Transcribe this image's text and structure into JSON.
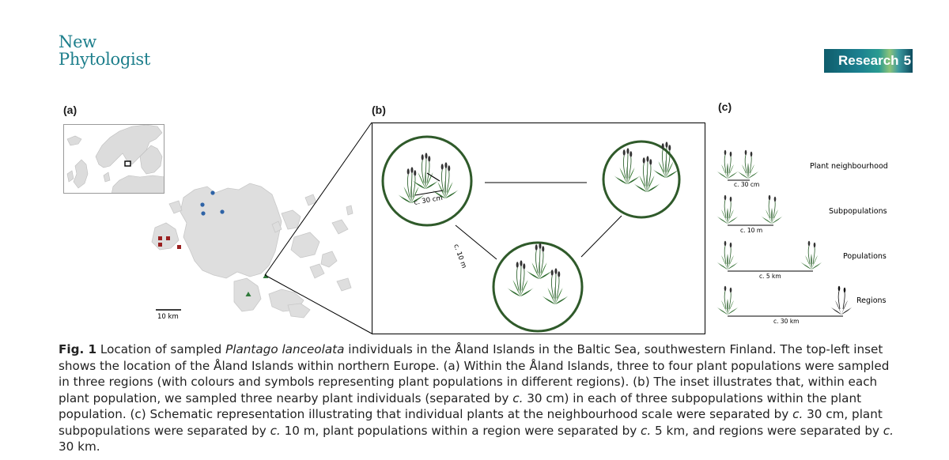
{
  "journal": {
    "line1": "New",
    "line2": "Phytologist"
  },
  "section": {
    "label": "Research",
    "page": "5"
  },
  "panels": {
    "a": "(a)",
    "b": "(b)",
    "c": "(c)"
  },
  "map": {
    "scale_label": "10 km",
    "region_colors": {
      "blue": "#2e63a6",
      "red": "#9a2020",
      "green": "#2f7a3a"
    }
  },
  "inset_b": {
    "dist_30cm": "c. 30 cm",
    "dist_10m": "c. 10 m",
    "circle_color": "#2f5a2a"
  },
  "panel_c": {
    "rows": [
      {
        "label": "Plant neighbourhood",
        "distance": "c. 30 cm"
      },
      {
        "label": "Subpopulations",
        "distance": "c. 10 m"
      },
      {
        "label": "Populations",
        "distance": "c. 5 km"
      },
      {
        "label": "Regions",
        "distance": "c. 30 km"
      }
    ]
  },
  "caption": {
    "fig": "Fig. 1",
    "t1": " Location of sampled ",
    "species": "Plantago lanceolata",
    "t2": " individuals in the Åland Islands in the Baltic Sea, southwestern Finland. The top-left inset shows the location of the Åland Islands within northern Europe. (a) Within the Åland Islands, three to four plant populations were sampled in three regions (with colours and symbols representing plant populations in different regions). (b) The inset illustrates that, within each plant population, we sampled three nearby plant individuals (separated by ",
    "c1": "c.",
    "t3": " 30 cm) in each of three subpopulations within the plant population. (c) Schematic representation illustrating that individual plants at the neighbourhood scale were separated by ",
    "c2": "c.",
    "t4": " 30 cm, plant subpopulations were separated by ",
    "c3": "c.",
    "t5": " 10 m, plant populations within a region were separated by ",
    "c4": "c.",
    "t6": " 5 km, and regions were separated by ",
    "c5": "c.",
    "t7": " 30 km."
  }
}
